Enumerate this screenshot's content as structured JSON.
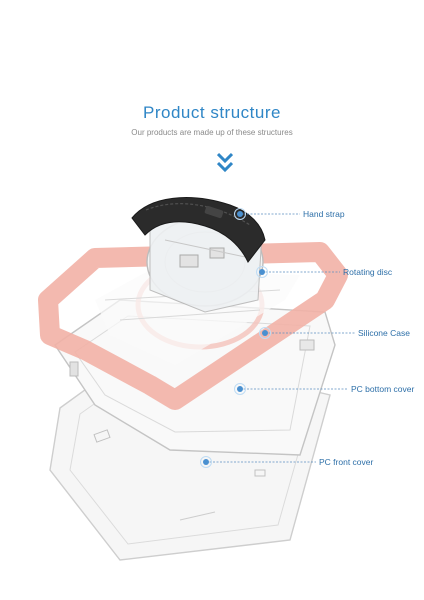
{
  "header": {
    "title": "Product structure",
    "subtitle": "Our products are made up of these structures"
  },
  "colors": {
    "accent": "#2f86c6",
    "label": "#2d6fa8",
    "case": "#f2b1a6",
    "strap": "#2b2b2b"
  },
  "icons": [
    "double-chevron-down-icon"
  ],
  "parts": [
    {
      "id": "hand-strap",
      "label": "Hand strap"
    },
    {
      "id": "rotating-disc",
      "label": "Rotating disc"
    },
    {
      "id": "silicone-case",
      "label": "Silicone Case"
    },
    {
      "id": "pc-bottom-cover",
      "label": "PC bottom cover"
    },
    {
      "id": "pc-front-cover",
      "label": "PC front cover"
    }
  ]
}
